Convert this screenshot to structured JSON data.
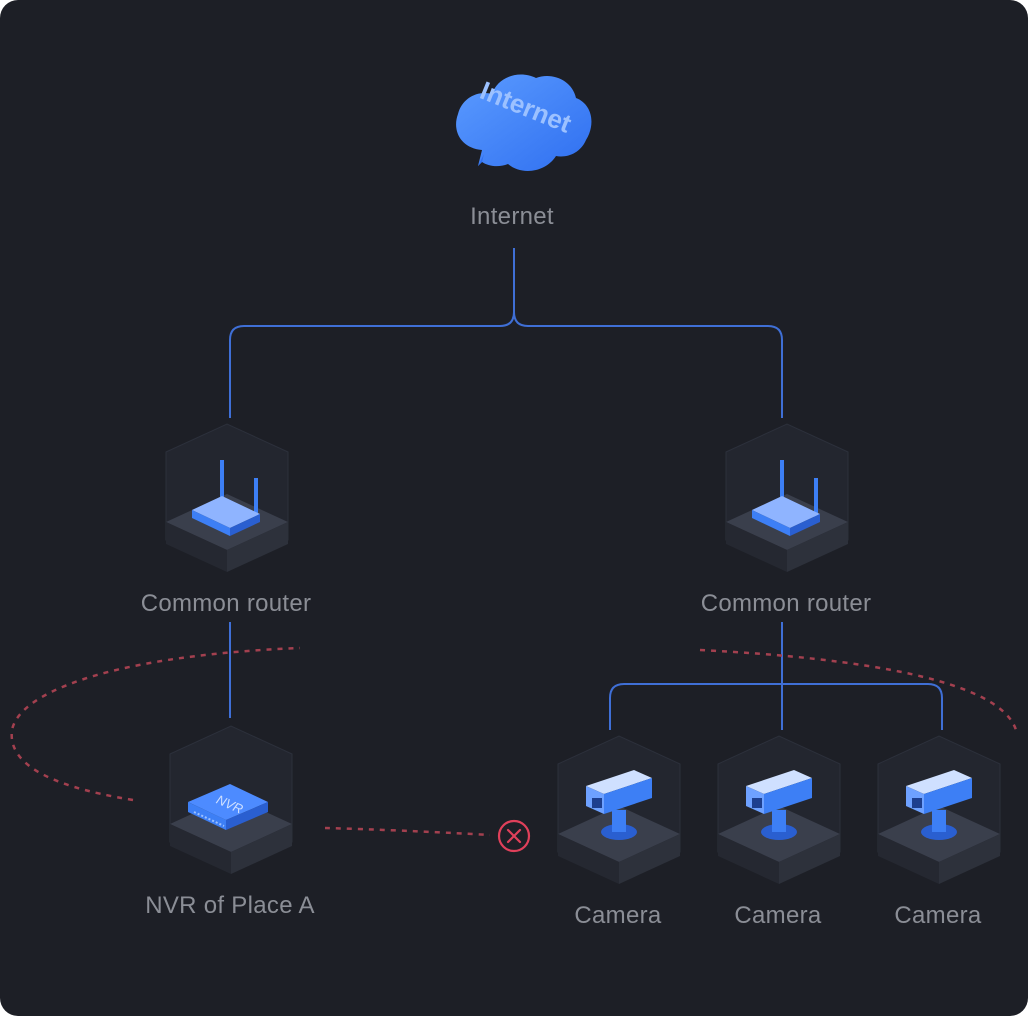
{
  "nodes": {
    "internet": {
      "label": "Internet",
      "icon_text": "Internet"
    },
    "router_left": {
      "label": "Common router"
    },
    "router_right": {
      "label": "Common router"
    },
    "nvr": {
      "label": "NVR of Place A",
      "icon_text": "NVR"
    },
    "cameras": [
      {
        "label": "Camera"
      },
      {
        "label": "Camera"
      },
      {
        "label": "Camera"
      }
    ]
  },
  "colors": {
    "background": "#1d1f26",
    "link": "#3f6fd6",
    "broken_link": "#a3404f",
    "error": "#e0405a",
    "device_blue": "#3d7ff5",
    "label": "#8b8e96"
  },
  "icons": {
    "cloud": "cloud-icon",
    "router": "router-icon",
    "nvr": "nvr-icon",
    "camera": "camera-icon",
    "error": "close-circle-icon"
  }
}
